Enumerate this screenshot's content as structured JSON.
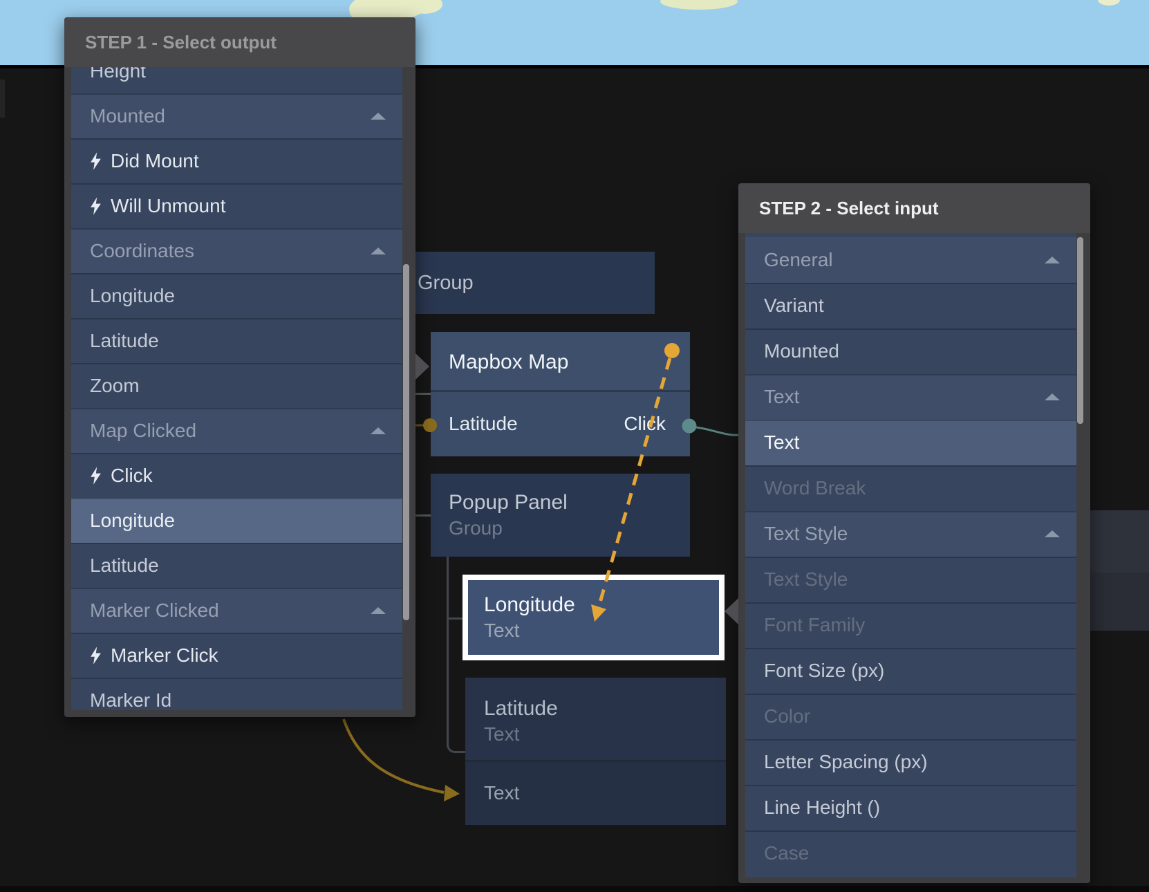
{
  "step1": {
    "title": "STEP 1 - Select output",
    "items": [
      {
        "label": "Height",
        "kind": "item"
      },
      {
        "label": "Mounted",
        "kind": "category"
      },
      {
        "label": "Did Mount",
        "kind": "event"
      },
      {
        "label": "Will Unmount",
        "kind": "event"
      },
      {
        "label": "Coordinates",
        "kind": "category"
      },
      {
        "label": "Longitude",
        "kind": "item"
      },
      {
        "label": "Latitude",
        "kind": "item"
      },
      {
        "label": "Zoom",
        "kind": "item"
      },
      {
        "label": "Map Clicked",
        "kind": "category"
      },
      {
        "label": "Click",
        "kind": "event"
      },
      {
        "label": "Longitude",
        "kind": "item",
        "state": "highlighted"
      },
      {
        "label": "Latitude",
        "kind": "item"
      },
      {
        "label": "Marker Clicked",
        "kind": "category"
      },
      {
        "label": "Marker Click",
        "kind": "event"
      },
      {
        "label": "Marker Id",
        "kind": "item"
      }
    ]
  },
  "step2": {
    "title": "STEP 2 - Select input",
    "items": [
      {
        "label": "General",
        "kind": "category"
      },
      {
        "label": "Variant",
        "kind": "item"
      },
      {
        "label": "Mounted",
        "kind": "item"
      },
      {
        "label": "Text",
        "kind": "category"
      },
      {
        "label": "Text",
        "kind": "item",
        "state": "highlighted"
      },
      {
        "label": "Word Break",
        "kind": "item",
        "state": "disabled"
      },
      {
        "label": "Text Style",
        "kind": "category"
      },
      {
        "label": "Text Style",
        "kind": "item",
        "state": "disabled"
      },
      {
        "label": "Font Family",
        "kind": "item",
        "state": "disabled"
      },
      {
        "label": "Font Size (px)",
        "kind": "item"
      },
      {
        "label": "Color",
        "kind": "item",
        "state": "disabled"
      },
      {
        "label": "Letter Spacing (px)",
        "kind": "item"
      },
      {
        "label": "Line Height ()",
        "kind": "item"
      },
      {
        "label": "Case",
        "kind": "item",
        "state": "disabled"
      }
    ]
  },
  "nodes": {
    "group": {
      "title": "Group"
    },
    "mapbox": {
      "title": "Mapbox Map",
      "input_port": "Latitude",
      "output_port": "Click"
    },
    "popup": {
      "title": "Popup Panel",
      "subtitle": "Group"
    },
    "longitude": {
      "title": "Longitude",
      "subtitle": "Text",
      "selected": "true"
    },
    "latitude": {
      "title": "Latitude",
      "subtitle": "Text"
    },
    "text": {
      "title": "Text"
    }
  },
  "colors": {
    "sky": "#9bcdec",
    "land": "#e7ecc5",
    "editor_background": "#161616",
    "panel_chrome": "#48484b",
    "row_item": "#38455f",
    "row_category": "#3f4d69",
    "row_highlight_step1": "#566885",
    "row_highlight_step2": "#4e5d79",
    "selection_border": "#ffffff",
    "wire_signal_yellow": "#e4a637",
    "wire_olive": "#8a6c1d",
    "wire_teal": "#5d8a8a"
  }
}
